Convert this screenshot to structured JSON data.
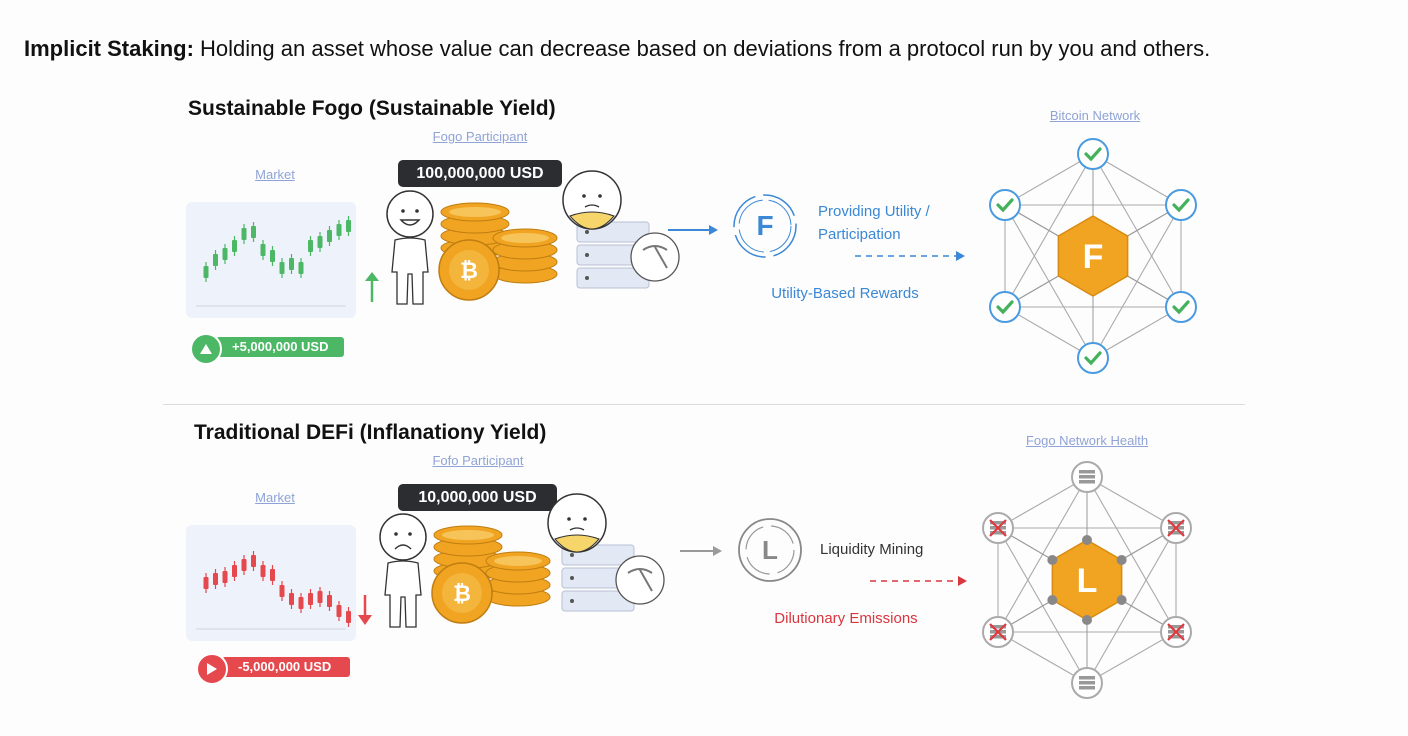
{
  "header": {
    "bold": "Implicit Staking:",
    "text": " Holding an asset whose value can decrease based on deviations from a protocol run by you and others."
  },
  "sections": [
    {
      "title": "Sustainable Fogo (Sustainable Yield)",
      "participant_label": "Fogo Participant",
      "market_label": "Market",
      "holding": "100,000,000 USD",
      "change": "+5,000,000 USD",
      "trend": "up",
      "mechanism_letter": "F",
      "mechanism_lines": [
        "Providing Utility /",
        "Participation"
      ],
      "reward_label": "Utility-Based Rewards",
      "network_label": "Bitcoin Network",
      "network_center_letter": "F",
      "node_status": "healthy",
      "colors": {
        "trend": "#4cb866",
        "flow": "#3a88d6",
        "reward": "#3a88d6",
        "hex": "#f0a422"
      }
    },
    {
      "title": "Traditional DEFi (Inflanationy Yield)",
      "participant_label": "Fofo Participant",
      "market_label": "Market",
      "holding": "10,000,000 USD",
      "change": "-5,000,000 USD",
      "trend": "down",
      "mechanism_letter": "L",
      "mechanism_lines": [
        "Liquidity Mining"
      ],
      "reward_label": "Dilutionary Emissions",
      "network_label": "Fogo Network Health",
      "network_center_letter": "L",
      "node_status": "failing",
      "colors": {
        "trend": "#e5484d",
        "flow": "#9a9a9a",
        "reward": "#d9363e",
        "hex": "#f0a422"
      }
    }
  ]
}
